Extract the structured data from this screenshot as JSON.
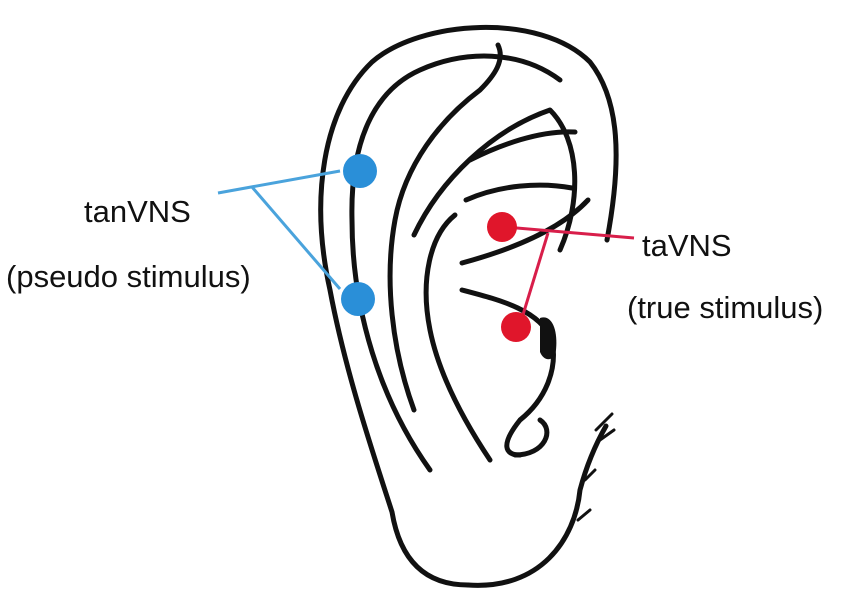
{
  "labels": {
    "tanvns": "tanVNS",
    "pseudo": "(pseudo stimulus)",
    "tavns": "taVNS",
    "true_stim": "(true stimulus)"
  },
  "colors": {
    "pseudo_electrode": "#2a8fd8",
    "pseudo_line": "#4aa3dc",
    "true_electrode": "#e0162b",
    "true_line": "#d81e4a",
    "outline": "#111111",
    "background": "#ffffff"
  }
}
